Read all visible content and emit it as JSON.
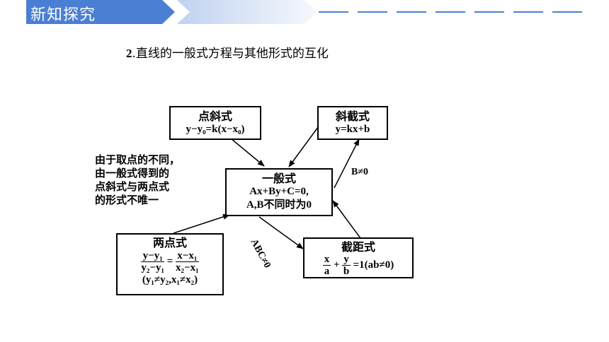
{
  "header": {
    "title": "新知探究",
    "color": "#4a7fd4"
  },
  "subtitle": {
    "number": "2",
    "text": ".直线的一般式方程与其他形式的互化"
  },
  "boxes": {
    "point_slope": {
      "title": "点斜式",
      "formula": "y−y₀=k(x−x₀)"
    },
    "slope_intercept": {
      "title": "斜截式",
      "formula": "y=kx+b"
    },
    "general": {
      "title": "一般式",
      "formula": "Ax+By+C=0,",
      "condition": "A,B不同时为0"
    },
    "two_point": {
      "title": "两点式",
      "num_left": "y−y₁",
      "den_left": "y₂−y₁",
      "num_right": "x−x₁",
      "den_right": "x₂−x₁",
      "condition": "(y₁≠y₂,x₁≠x₂)"
    },
    "intercept": {
      "title": "截距式",
      "x_num": "x",
      "x_den": "a",
      "y_num": "y",
      "y_den": "b",
      "rest": "=1(ab≠0)"
    }
  },
  "note_lines": [
    "由于取点的不同，",
    "由一般式得到的",
    "点斜式与两点式",
    "的形式不唯一"
  ],
  "labels": {
    "b_condition": "B≠0",
    "abc_condition": "ABC≠0"
  }
}
